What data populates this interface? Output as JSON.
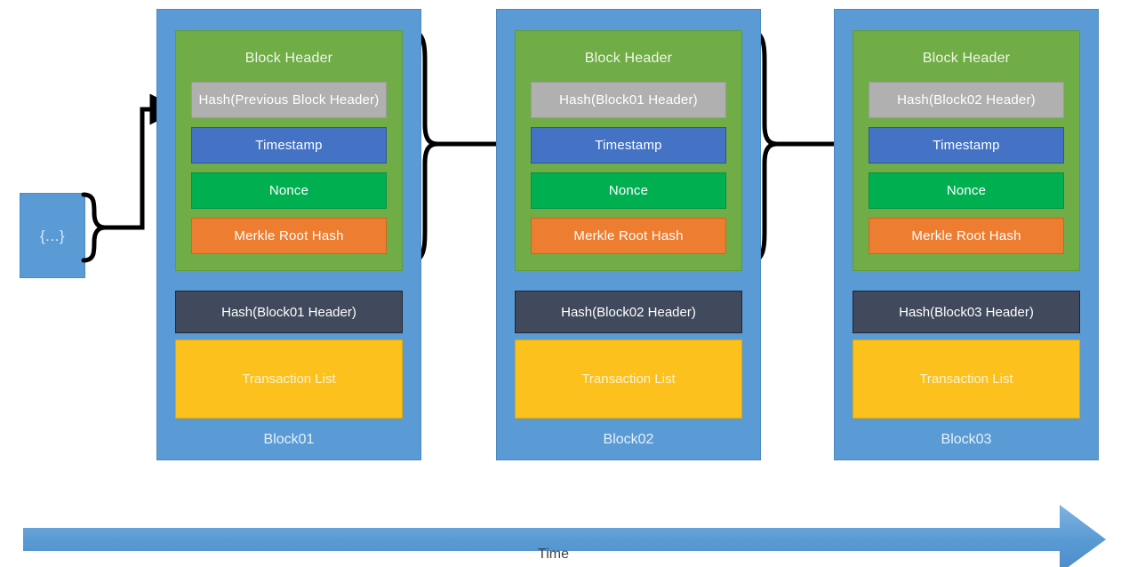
{
  "diagram": {
    "title": "Blockchain block linkage diagram",
    "genesis": {
      "label": "{...}",
      "name": "previous-blocks-ellipsis"
    },
    "header_panel_title": "Block Header",
    "field_labels": {
      "timestamp": "Timestamp",
      "nonce": "Nonce",
      "merkle": "Merkle Root Hash",
      "transaction_list": "Transaction List"
    },
    "blocks": [
      {
        "caption": "Block01",
        "header_title": "Block Header",
        "prev_hash": "Hash(Previous Block Header)",
        "timestamp": "Timestamp",
        "nonce": "Nonce",
        "merkle": "Merkle Root Hash",
        "own_hash": "Hash(Block01 Header)",
        "transaction_list": "Transaction List"
      },
      {
        "caption": "Block02",
        "header_title": "Block Header",
        "prev_hash": "Hash(Block01 Header)",
        "timestamp": "Timestamp",
        "nonce": "Nonce",
        "merkle": "Merkle Root Hash",
        "own_hash": "Hash(Block02 Header)",
        "transaction_list": "Transaction List"
      },
      {
        "caption": "Block03",
        "header_title": "Block Header",
        "prev_hash": "Hash(Block02 Header)",
        "timestamp": "Timestamp",
        "nonce": "Nonce",
        "merkle": "Merkle Root Hash",
        "own_hash": "Hash(Block03 Header)",
        "transaction_list": "Transaction List"
      }
    ],
    "time_axis": {
      "label": "Time"
    },
    "colors": {
      "block_background": "#5b9bd5",
      "header_panel": "#70ad47",
      "prev_hash_field": "#b0b0b0",
      "timestamp_field": "#4472c4",
      "nonce_field": "#00b050",
      "merkle_field": "#ed7d31",
      "own_hash_field": "#404a5c",
      "transaction_list_field": "#fcc11d",
      "time_arrow": "#5b9bd5",
      "connector": "#000000",
      "canvas_background": "#ffffff"
    }
  }
}
